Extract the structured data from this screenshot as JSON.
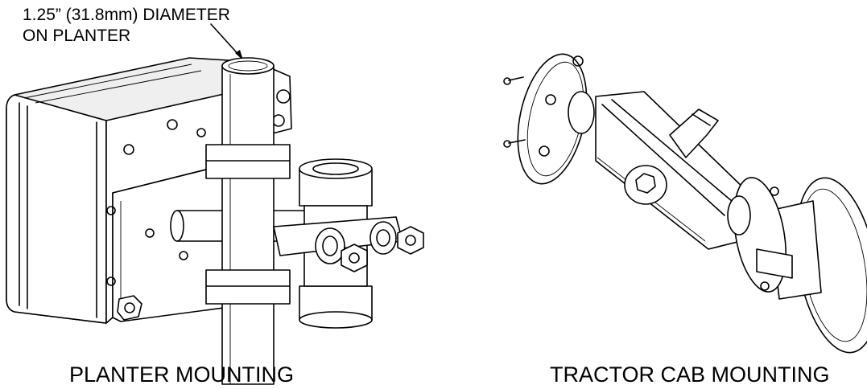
{
  "callout": {
    "line1": "1.25” (31.8mm) DIAMETER",
    "line2": "ON PLANTER"
  },
  "captions": {
    "left": "PLANTER MOUNTING",
    "right": "TRACTOR CAB MOUNTING"
  }
}
